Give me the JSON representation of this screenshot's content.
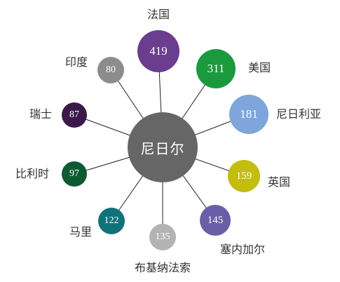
{
  "hub": {
    "label": "尼日尔",
    "color": "#666666"
  },
  "partners": [
    {
      "name": "法国",
      "value": "419",
      "color": "#6a3d8f"
    },
    {
      "name": "美国",
      "value": "311",
      "color": "#1a9a3c"
    },
    {
      "name": "尼日利亚",
      "value": "181",
      "color": "#7ea6dc"
    },
    {
      "name": "英国",
      "value": "159",
      "color": "#c2bd0e"
    },
    {
      "name": "塞内加尔",
      "value": "145",
      "color": "#6b5ea8"
    },
    {
      "name": "布基纳法索",
      "value": "135",
      "color": "#b3b3b3"
    },
    {
      "name": "马里",
      "value": "122",
      "color": "#12727a"
    },
    {
      "name": "比利时",
      "value": "97",
      "color": "#0d5a32"
    },
    {
      "name": "瑞士",
      "value": "87",
      "color": "#3b1a4a"
    },
    {
      "name": "印度",
      "value": "80",
      "color": "#8c8c8c"
    }
  ]
}
